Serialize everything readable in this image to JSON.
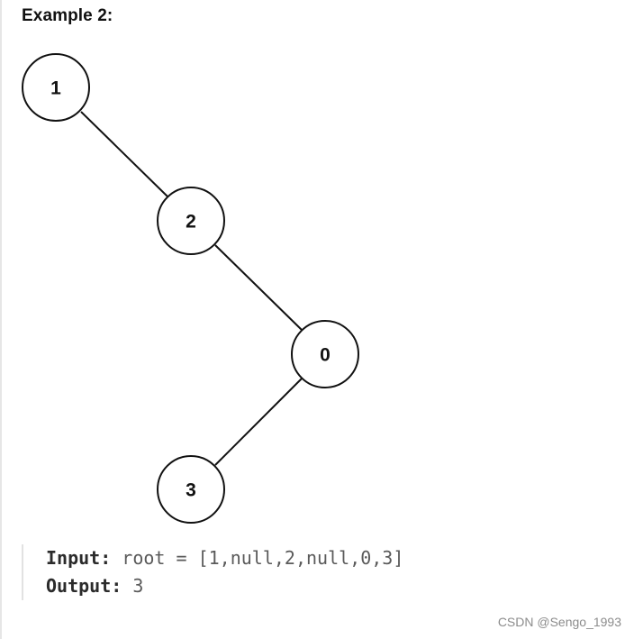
{
  "heading": "Example 2:",
  "tree": {
    "nodes": [
      {
        "id": "n1",
        "label": "1"
      },
      {
        "id": "n2",
        "label": "2"
      },
      {
        "id": "n0",
        "label": "0"
      },
      {
        "id": "n3",
        "label": "3"
      }
    ],
    "edges": [
      {
        "from": "n1",
        "to": "n2"
      },
      {
        "from": "n2",
        "to": "n0"
      },
      {
        "from": "n0",
        "to": "n3"
      }
    ]
  },
  "example": {
    "input_label": "Input:",
    "input_value": "root = [1,null,2,null,0,3]",
    "output_label": "Output:",
    "output_value": "3"
  },
  "watermark": "CSDN @Sengo_1993"
}
